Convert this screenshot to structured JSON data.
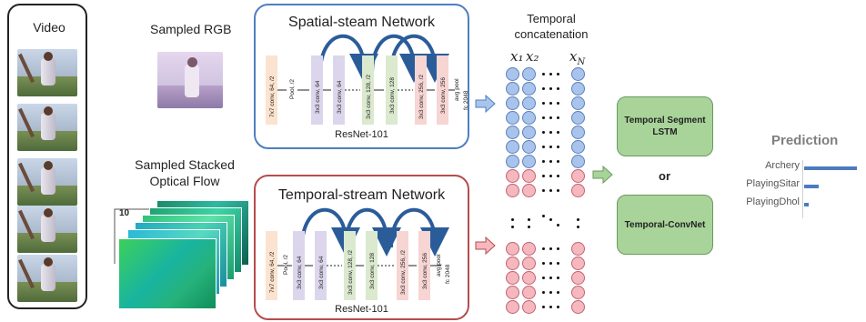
{
  "video": {
    "title": "Video"
  },
  "sampled_rgb": {
    "label": "Sampled RGB"
  },
  "sampled_flow": {
    "label_line1": "Sampled Stacked",
    "label_line2": "Optical Flow",
    "stack_count": "10"
  },
  "spatial_net": {
    "title": "Spatial-steam Network",
    "backbone": "ResNet-101",
    "layers": [
      "7x7 conv, 64, /2",
      "Pool, /2",
      "3x3 conv, 64",
      "3x3 conv, 64",
      "3x3 conv, 128, /2",
      "3x3 conv, 128",
      "3x3 conv, 256, /2",
      "3x3 conv, 256",
      "avg pool",
      "fc 2048"
    ]
  },
  "temporal_net": {
    "title": "Temporal-stream Network",
    "backbone": "ResNet-101",
    "layers": [
      "7x7 conv, 64, /2",
      "Pool, /2",
      "3x3 conv, 64",
      "3x3 conv, 64",
      "3x3 conv, 128, /2",
      "3x3 conv, 128",
      "3x3 conv, 256, /2",
      "3x3 conv, 256",
      "avg pool",
      "fc 2048"
    ]
  },
  "concat": {
    "title_line1": "Temporal",
    "title_line2": "concatenation",
    "x1": "x₁",
    "x2": "x₂",
    "xN": "x_N"
  },
  "models": {
    "lstm_line1": "Temporal Segment",
    "lstm_line2": "LSTM",
    "or": "or",
    "convnet": "Temporal-ConvNet"
  },
  "prediction": {
    "title": "Prediction",
    "classes": [
      {
        "label": "Archery",
        "score": 1.0
      },
      {
        "label": "PlayingSitar",
        "score": 0.28
      },
      {
        "label": "PlayingDhol",
        "score": 0.08
      }
    ]
  },
  "colors": {
    "spatial_border": "#4f7fbf",
    "temporal_border": "#b64c4c",
    "conv1": "#fbe3cf",
    "conv64": "#dcd6ec",
    "conv128": "#dbe9cf",
    "conv256": "#f6d5d3",
    "blue_node": "#a9c4ec",
    "pink_node": "#f5b8bf",
    "model_box": "#a8d49a",
    "bar": "#4c7bbf"
  }
}
